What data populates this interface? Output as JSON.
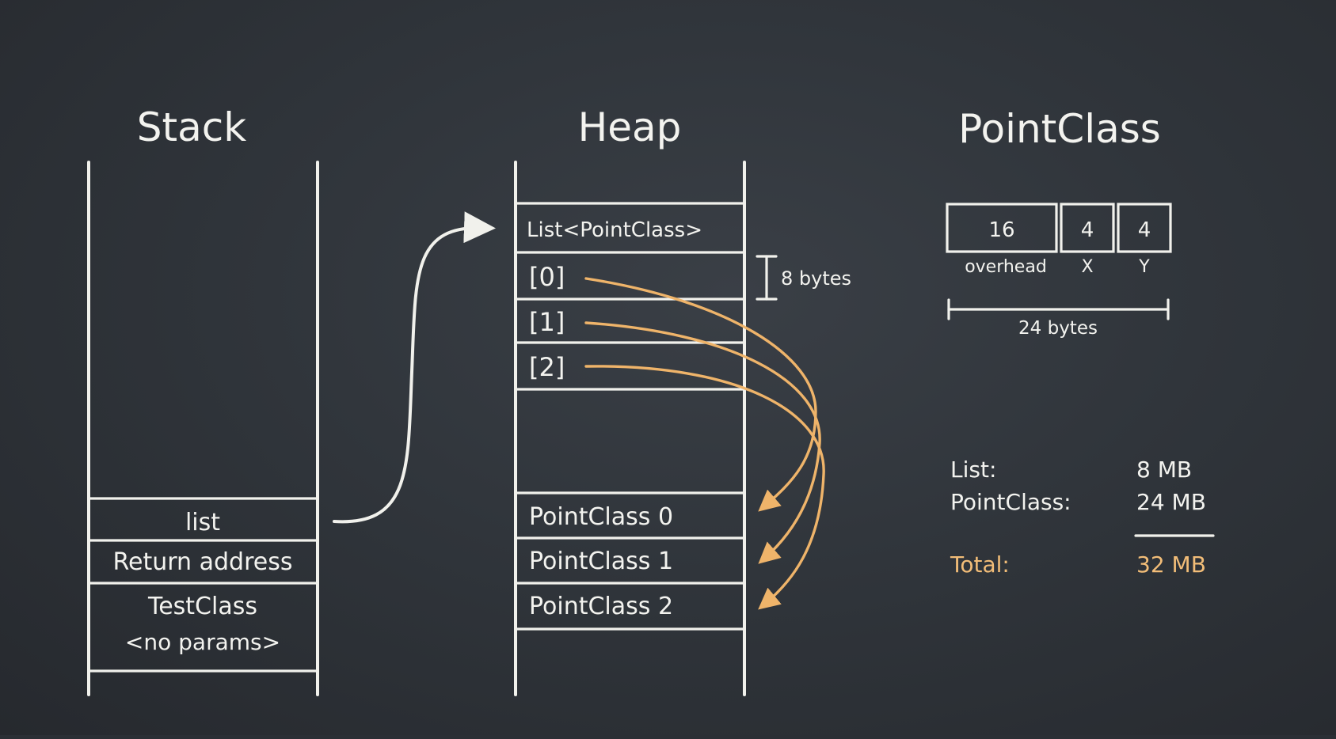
{
  "stack": {
    "title": "Stack",
    "frames": [
      "list",
      "Return address",
      "TestClass",
      "<no params>"
    ]
  },
  "heap": {
    "title": "Heap",
    "list_header": "List<PointClass>",
    "slots": [
      "[0]",
      "[1]",
      "[2]"
    ],
    "slot_size_label": "8 bytes",
    "objects": [
      "PointClass 0",
      "PointClass 1",
      "PointClass 2"
    ]
  },
  "pointclass": {
    "title": "PointClass",
    "fields": [
      {
        "size": "16",
        "label": "overhead"
      },
      {
        "size": "4",
        "label": "X"
      },
      {
        "size": "4",
        "label": "Y"
      }
    ],
    "total_size_label": "24 bytes"
  },
  "summary": {
    "rows": [
      {
        "label": "List:",
        "value": "8 MB"
      },
      {
        "label": "PointClass:",
        "value": "24 MB"
      }
    ],
    "total_label": "Total:",
    "total_value": "32 MB"
  },
  "colors": {
    "chalk": "#f3f3ef",
    "accent": "#efb46a",
    "board": "#2b2f35"
  }
}
